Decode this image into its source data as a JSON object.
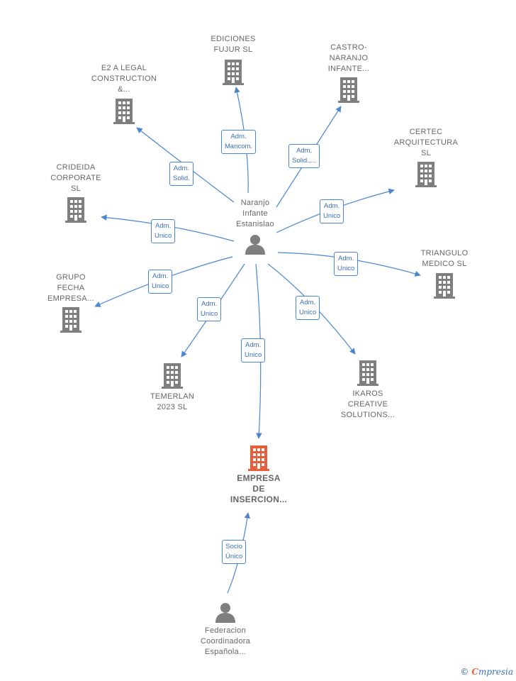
{
  "colors": {
    "company": "#7f7f7f",
    "main_company": "#e85d3a",
    "person": "#7f7f7f",
    "edge": "#4a86d0"
  },
  "person_center": {
    "name": "Naranjo\nInfante\nEstanislao"
  },
  "person_bottom": {
    "name": "Federacion\nCoordinadora\nEspañola..."
  },
  "main_company": {
    "name": "EMPRESA\nDE\nINSERCION..."
  },
  "companies": [
    {
      "id": "ediciones",
      "name": "EDICIONES\nFUJUR  SL"
    },
    {
      "id": "castro",
      "name": "CASTRO-\nNARANJO\nINFANTE..."
    },
    {
      "id": "e2",
      "name": "E2 A LEGAL\nCONSTRUCTION\n&..."
    },
    {
      "id": "certec",
      "name": "CERTEC\nARQUITECTURA\nSL"
    },
    {
      "id": "crideida",
      "name": "CRIDEIDA\nCORPORATE\nSL"
    },
    {
      "id": "triangulo",
      "name": "TRIANGULO\nMEDICO SL"
    },
    {
      "id": "grupo",
      "name": "GRUPO\nFECHA\nEMPRESA..."
    },
    {
      "id": "temerlan",
      "name": "TEMERLAN\n2023  SL"
    },
    {
      "id": "ikaros",
      "name": "IKAROS\nCREATIVE\nSOLUTIONS..."
    }
  ],
  "edges": [
    {
      "id": "e-ediciones",
      "label": "Adm.\nMancom."
    },
    {
      "id": "e-castro",
      "label": "Adm.\nSolid.,..."
    },
    {
      "id": "e-e2",
      "label": "Adm.\nSolid."
    },
    {
      "id": "e-certec",
      "label": "Adm.\nUnico"
    },
    {
      "id": "e-crideida",
      "label": "Adm.\nUnico"
    },
    {
      "id": "e-triangulo",
      "label": "Adm.\nUnico"
    },
    {
      "id": "e-grupo",
      "label": "Adm.\nUnico"
    },
    {
      "id": "e-temerlan",
      "label": "Adm.\nUnico"
    },
    {
      "id": "e-ikaros",
      "label": "Adm.\nUnico"
    },
    {
      "id": "e-main",
      "label": "Adm.\nUnico"
    },
    {
      "id": "e-socio",
      "label": "Socio\nÚnico"
    }
  ],
  "brand": {
    "copyright": "©",
    "initial": "C",
    "rest": "mpresia"
  }
}
